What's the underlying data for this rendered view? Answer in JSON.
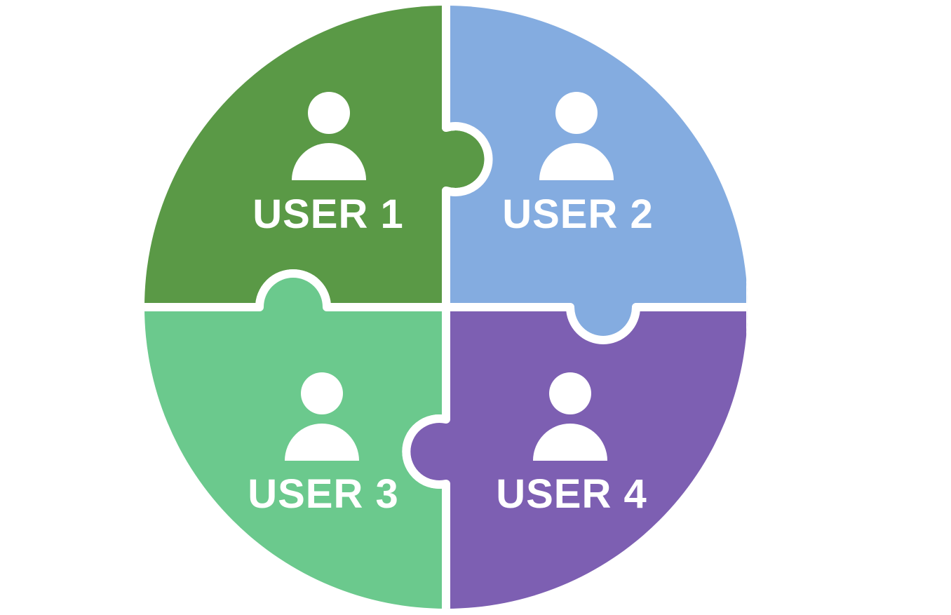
{
  "diagram": {
    "background": "#ffffff",
    "separator_color": "#ffffff",
    "pieces": [
      {
        "id": "user-1",
        "label": "USER 1",
        "color": "#5a9946",
        "icon": "person-icon"
      },
      {
        "id": "user-2",
        "label": "USER 2",
        "color": "#84ace0",
        "icon": "person-icon"
      },
      {
        "id": "user-3",
        "label": "USER 3",
        "color": "#6bc98d",
        "icon": "person-icon"
      },
      {
        "id": "user-4",
        "label": "USER 4",
        "color": "#7d5fb2",
        "icon": "person-icon"
      }
    ]
  }
}
